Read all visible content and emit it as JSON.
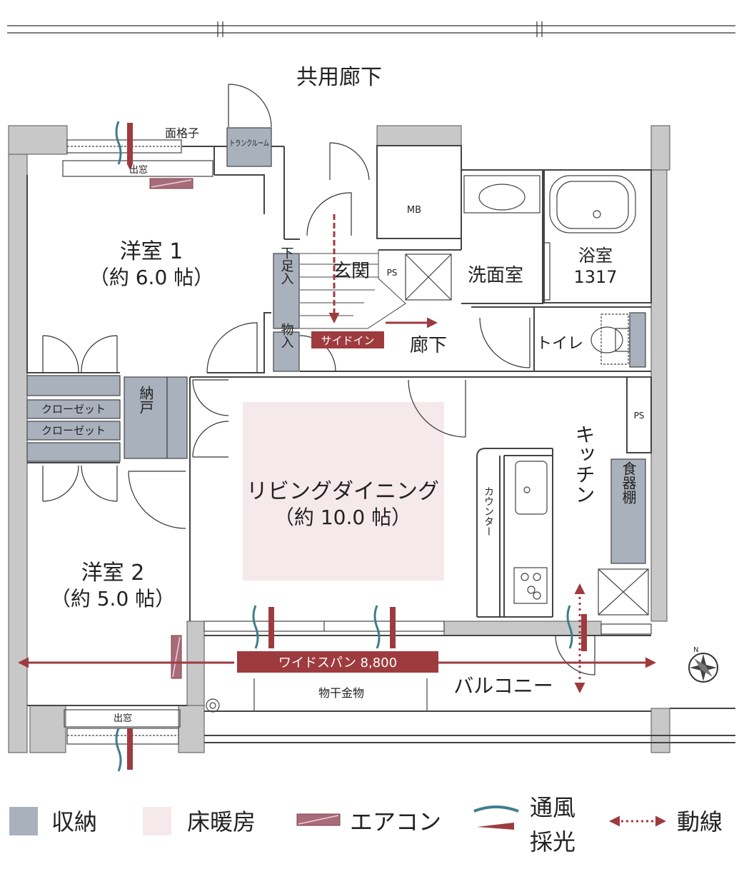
{
  "corridor_label": "共用廊下",
  "rooms": {
    "bedroom1_name": "洋室 1",
    "bedroom1_size": "（約 6.0 帖）",
    "bedroom2_name": "洋室 2",
    "bedroom2_size": "（約 5.0 帖）",
    "living_name": "リビングダイニング",
    "living_size": "（約 10.0 帖）",
    "entrance": "玄関",
    "washroom": "洗面室",
    "bath_name": "浴室",
    "bath_size": "1317",
    "hallway": "廊下",
    "toilet": "トイレ",
    "kitchen": "キッチン",
    "balcony": "バルコニー"
  },
  "fixtures": {
    "lattice": "面格子",
    "trunk_room": "トランクルーム",
    "bay_window_top": "出窓",
    "bay_window_bottom": "出窓",
    "meter_box": "MB",
    "pipe_space_1": "PS",
    "pipe_space_2": "PS",
    "shoe_storage": "下足入",
    "storage": "物入",
    "side_in": "サイドイン",
    "closet_1": "クローゼット",
    "closet_2": "クローゼット",
    "storeroom": "納戸",
    "counter": "カウンター",
    "cupboard": "食器棚",
    "drying_hardware": "物干金物",
    "wide_span": "ワイドスパン 8,800",
    "compass_n": "N"
  },
  "legend": {
    "storage": "収納",
    "floor_heating": "床暖房",
    "aircon": "エアコン",
    "ventilation": "通風",
    "daylight": "採光",
    "circulation": "動線"
  },
  "colors": {
    "wall": "#c8c8c8",
    "storage": "#a9b1bd",
    "floor_heating": "#f5e9ec",
    "aircon": "#a86b7a",
    "arrow": "#9e3b3f",
    "ventilation": "#3f7d8c"
  }
}
